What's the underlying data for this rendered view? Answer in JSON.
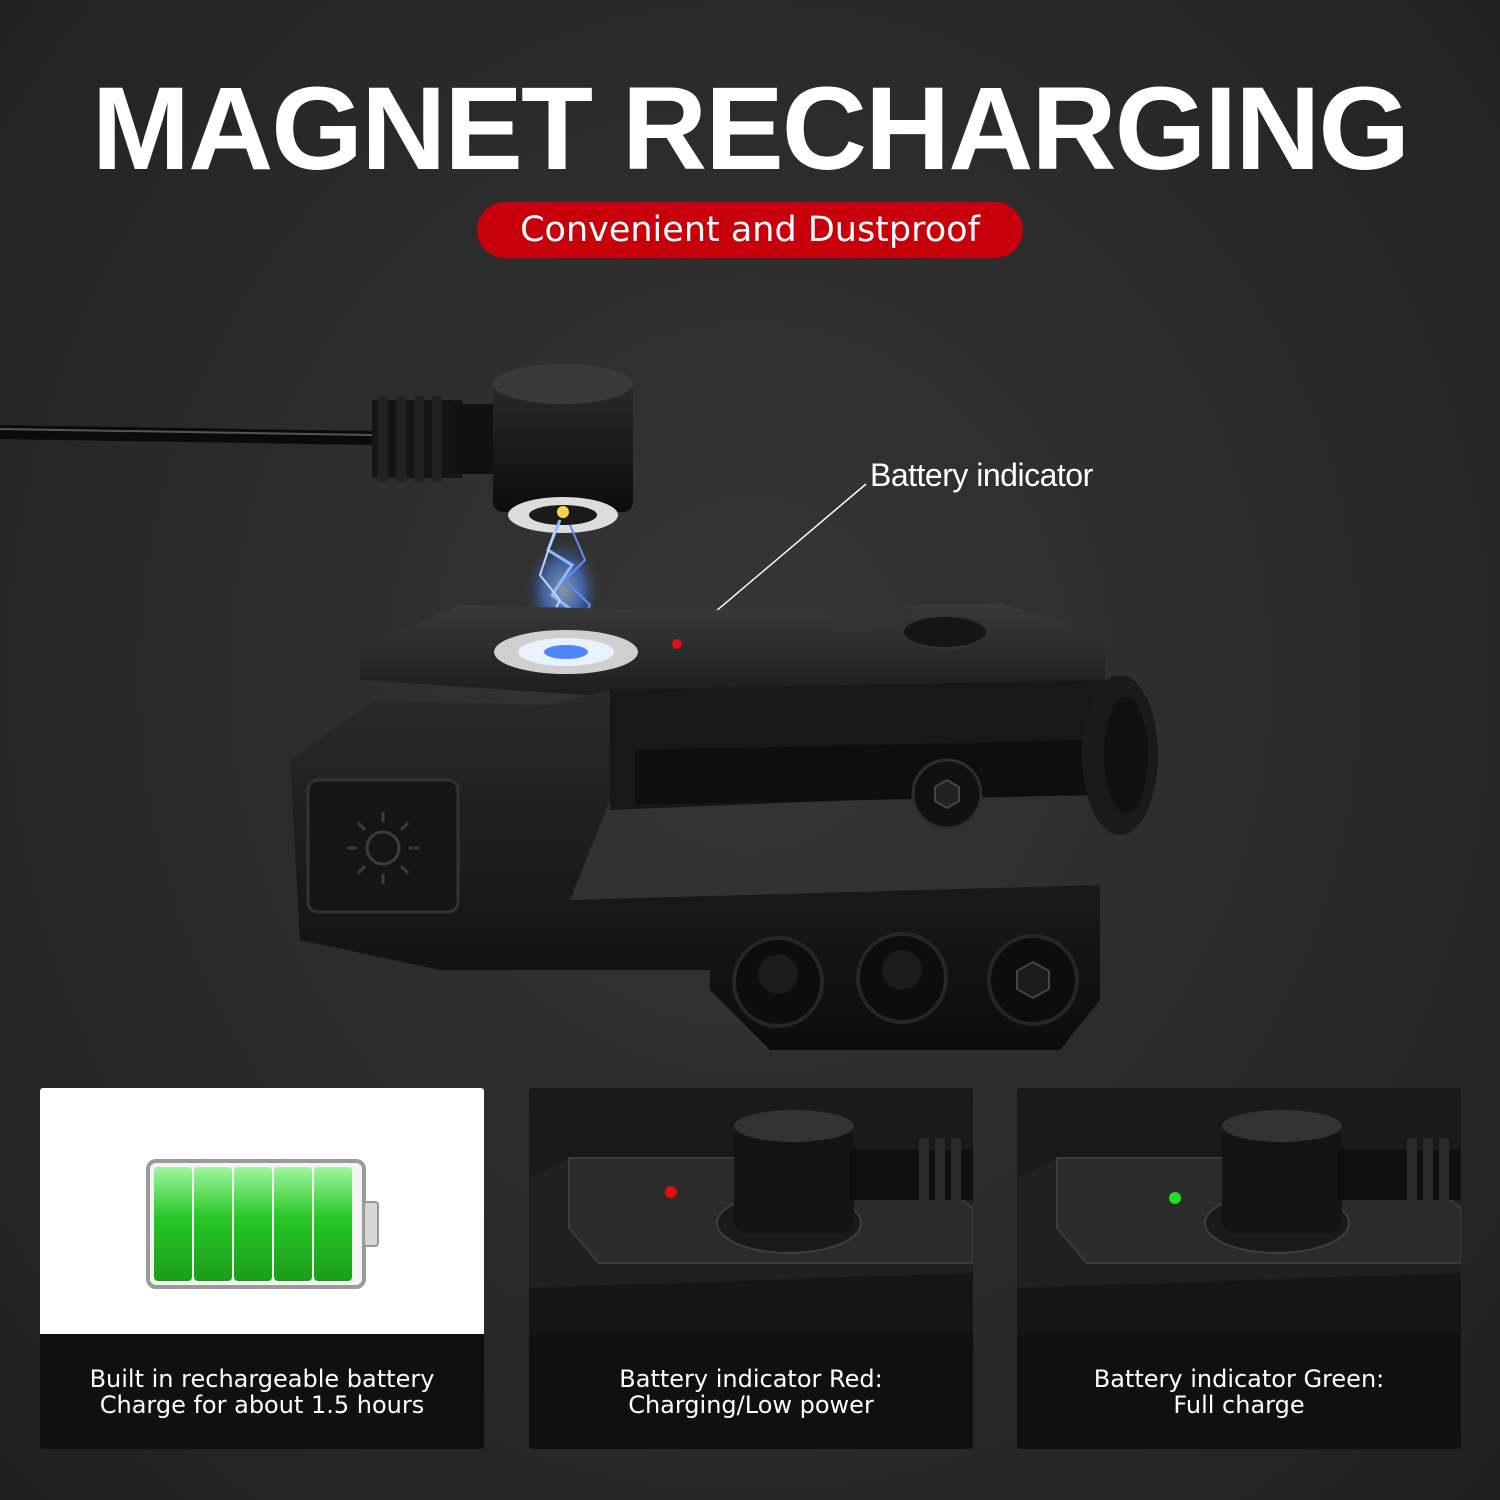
{
  "header": {
    "title": "MAGNET RECHARGING",
    "subtitle": "Convenient and Dustproof"
  },
  "hero": {
    "callout_label": "Battery indicator",
    "indicator_color": "#e01010"
  },
  "cards": [
    {
      "line1": "Built in rechargeable battery",
      "line2": "Charge for about 1.5 hours",
      "icon": "battery-full-icon",
      "battery_level": 1.0,
      "battery_color": "#2ecc2e"
    },
    {
      "line1": "Battery indicator Red:",
      "line2": "Charging/Low power",
      "indicator_color": "#e01010"
    },
    {
      "line1": "Battery indicator Green:",
      "line2": "Full charge",
      "indicator_color": "#22dd22"
    }
  ],
  "colors": {
    "background": "#2a2a2a",
    "accent_red": "#c8000c",
    "text": "#ffffff"
  }
}
